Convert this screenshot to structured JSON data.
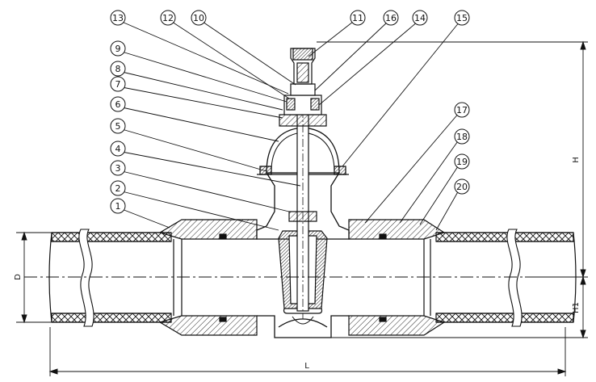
{
  "callouts": [
    {
      "id": "c13",
      "label": "13"
    },
    {
      "id": "c12",
      "label": "12"
    },
    {
      "id": "c10",
      "label": "10"
    },
    {
      "id": "c11",
      "label": "11"
    },
    {
      "id": "c16",
      "label": "16"
    },
    {
      "id": "c14",
      "label": "14"
    },
    {
      "id": "c15",
      "label": "15"
    },
    {
      "id": "c9",
      "label": "9"
    },
    {
      "id": "c8",
      "label": "8"
    },
    {
      "id": "c7",
      "label": "7"
    },
    {
      "id": "c6",
      "label": "6"
    },
    {
      "id": "c5",
      "label": "5"
    },
    {
      "id": "c4",
      "label": "4"
    },
    {
      "id": "c3",
      "label": "3"
    },
    {
      "id": "c2",
      "label": "2"
    },
    {
      "id": "c1",
      "label": "1"
    },
    {
      "id": "c17",
      "label": "17"
    },
    {
      "id": "c18",
      "label": "18"
    },
    {
      "id": "c19",
      "label": "19"
    },
    {
      "id": "c20",
      "label": "20"
    }
  ],
  "dimensions": {
    "height_overall": "H",
    "height_lower": "H1",
    "pipe_diameter": "D",
    "length": "L"
  },
  "colors": {
    "line": "#111111",
    "fill": "#ffffff"
  }
}
